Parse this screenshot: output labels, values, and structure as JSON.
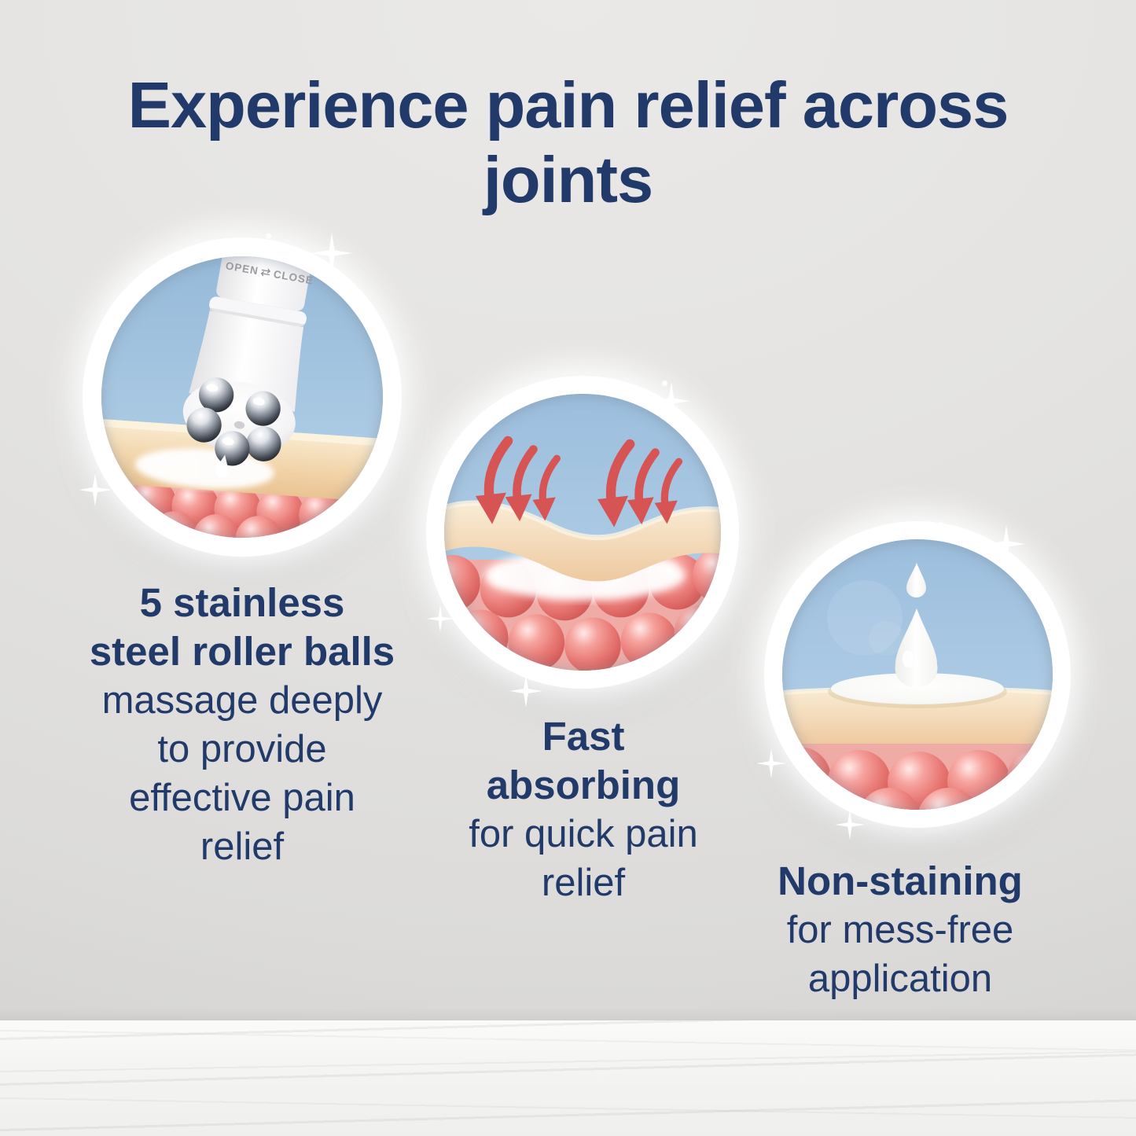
{
  "title": {
    "line1": "Experience pain relief across",
    "line2": "joints"
  },
  "features": [
    {
      "name": "stainless-steel-roller-balls",
      "illustration": "roller-ball-applicator-massaging-skin",
      "device_label": {
        "open": "OPEN",
        "arrows_icon": "⇄",
        "close": "CLOSE"
      },
      "heading_lines": [
        "5 stainless",
        "steel roller balls"
      ],
      "body_lines": [
        "massage deeply",
        "to provide",
        "effective pain",
        "relief"
      ]
    },
    {
      "name": "fast-absorbing",
      "illustration": "red-arrows-absorbing-into-skin",
      "heading_lines": [
        "Fast",
        "absorbing"
      ],
      "body_lines": [
        "for quick pain",
        "relief"
      ]
    },
    {
      "name": "non-staining",
      "illustration": "cream-droplet-on-clean-skin",
      "heading_lines": [
        "Non-staining"
      ],
      "body_lines": [
        "for mess-free",
        "application"
      ]
    }
  ],
  "colors": {
    "heading_navy": "#223a69",
    "background_wall": "#e4e3e1",
    "marble_floor": "#f6f6f4",
    "circle_sky_blue": "#a5c5e0",
    "skin_tone": "#f3d8b0",
    "muscle_ball_red": "#e97b77",
    "arrow_red": "#d75454",
    "cream_white": "#ffffff",
    "steel_ball_gray": "#8b929c",
    "device_white": "#fafafa"
  }
}
